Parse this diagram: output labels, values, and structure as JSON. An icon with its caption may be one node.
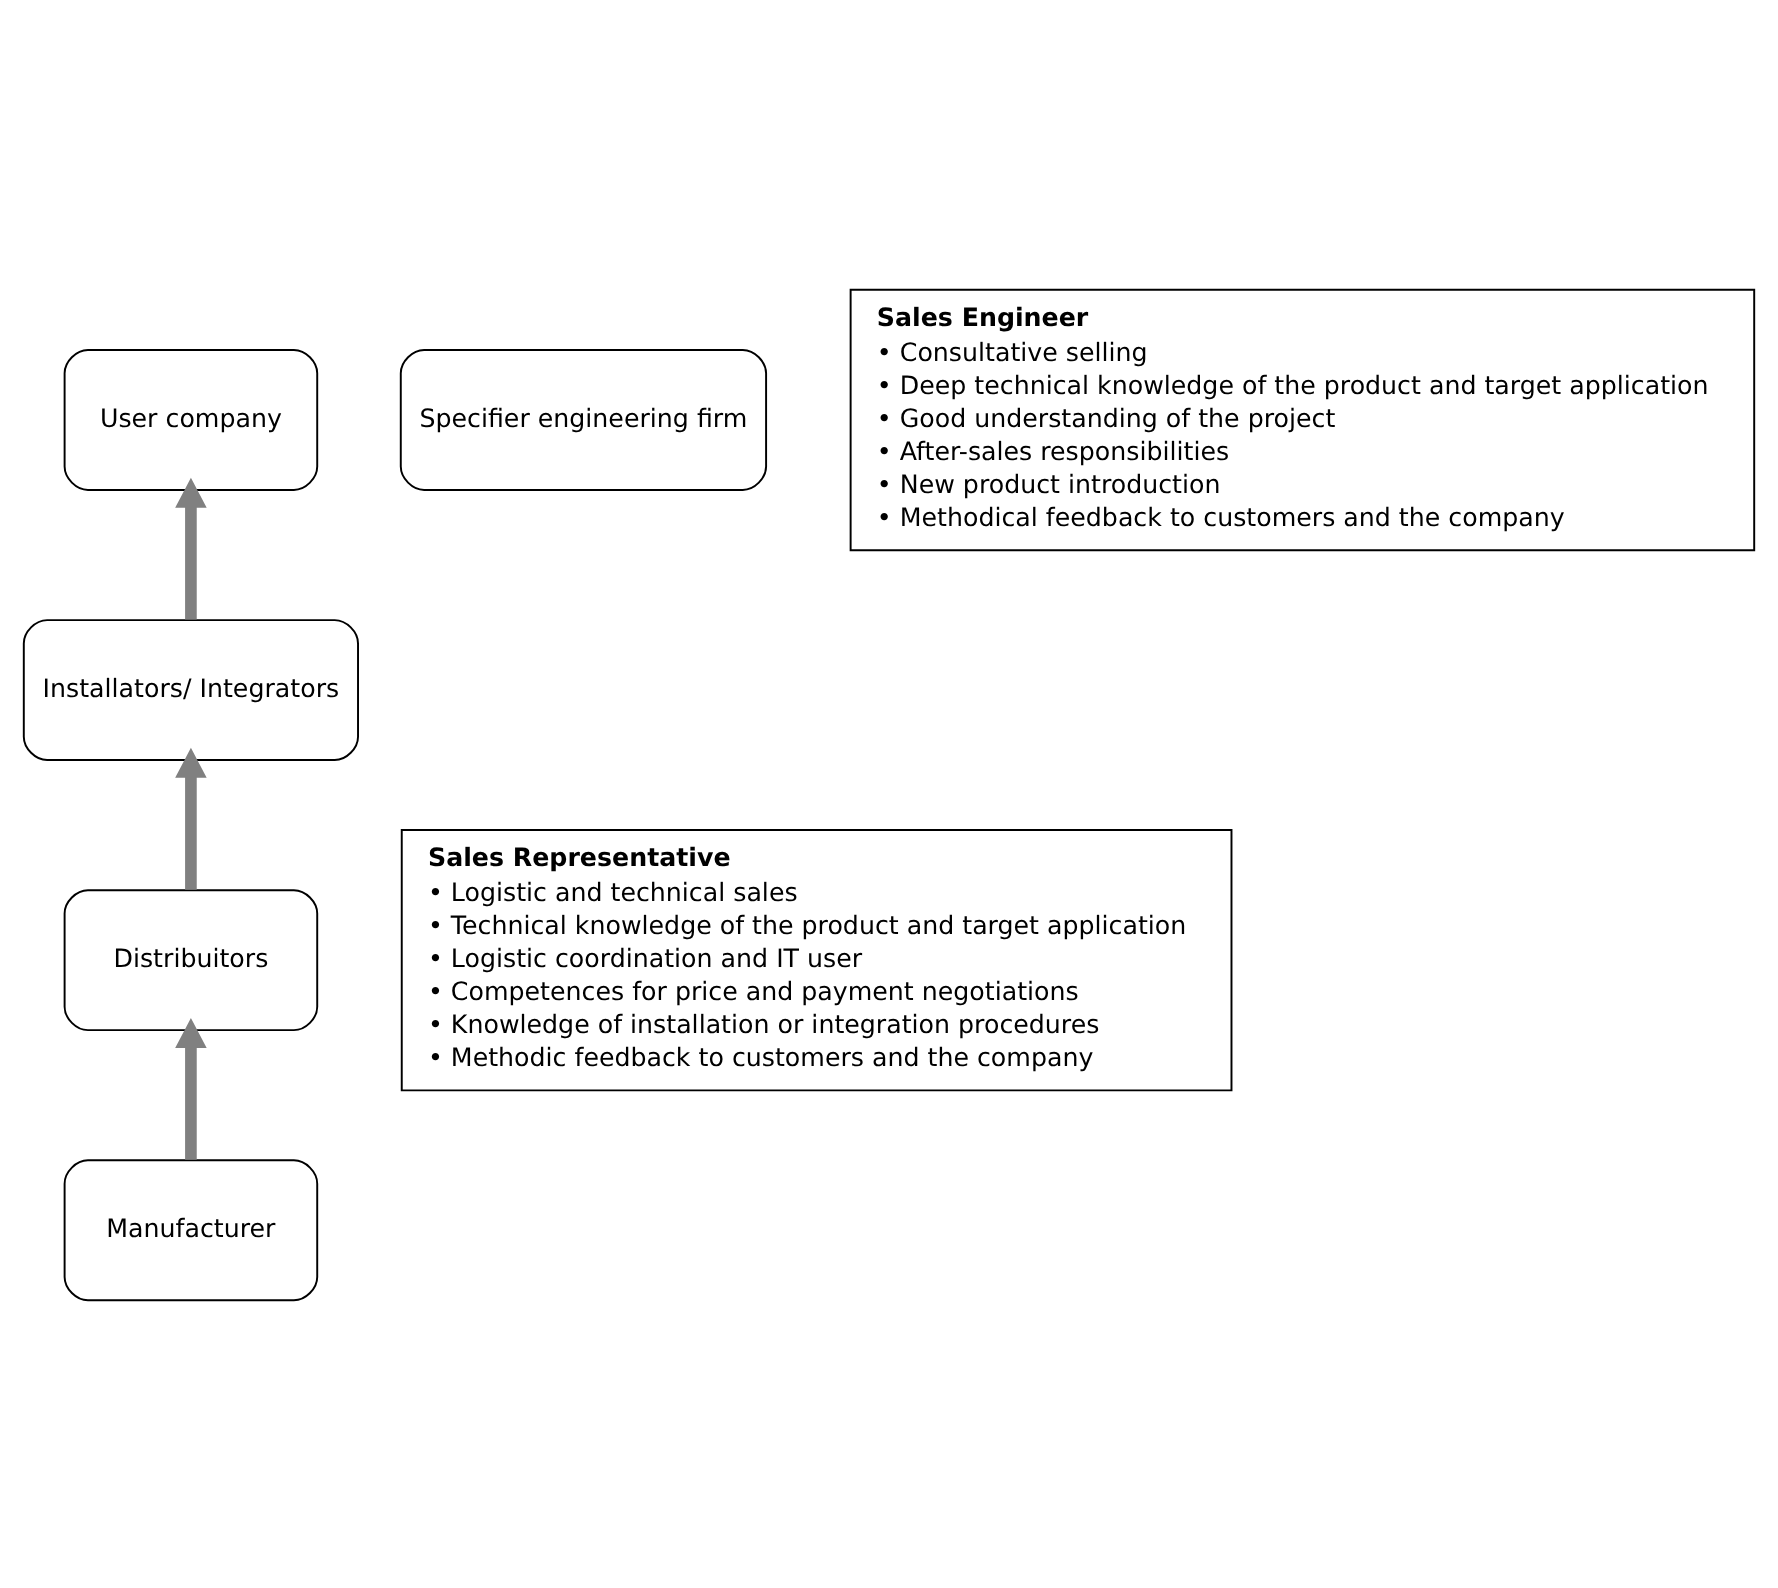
{
  "diagram": {
    "nodes": [
      {
        "text": [
          "User company"
        ]
      },
      {
        "text": [
          "Specifier engineering firm"
        ]
      },
      {
        "text": [
          "Installators/ Integrators"
        ]
      },
      {
        "text": [
          "Distribuitors"
        ]
      },
      {
        "text": [
          "Manufacturer"
        ]
      },
      {
        "text": [
          "Sales Engineer",
          "• Consultative selling",
          "• Deep technical knowledge of the product and target application",
          "• Good understanding of the project",
          "• After-sales responsibilities",
          "• New product introduction",
          "• Methodical feedback to customers and the company"
        ]
      },
      {
        "text": [
          "Sales Representative",
          "• Logistic and technical sales",
          "• Technical knowledge of the product and target application",
          "• Logistic coordination and IT user",
          "• Competences for price and payment negotiations",
          "• Knowledge of installation or integration procedures",
          "• Methodic feedback to customers and the company"
        ]
      }
    ],
    "edges": [
      {
        "from": 4,
        "to": 3,
        "arrow": "to"
      },
      {
        "from": 3,
        "to": 2,
        "arrow": "to"
      },
      {
        "from": 2,
        "to": 0,
        "arrow": "to"
      }
    ]
  }
}
